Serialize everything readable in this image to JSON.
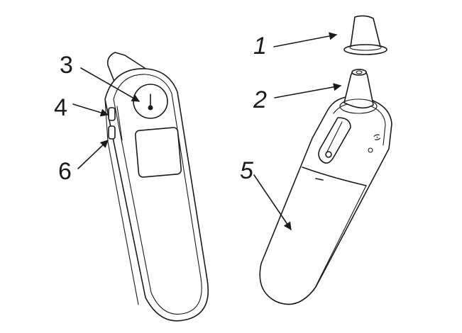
{
  "callouts": {
    "c1": "1",
    "c2": "2",
    "c3": "3",
    "c4": "4",
    "c5": "5",
    "c6": "6"
  },
  "side_markings": {
    "label": "(-)"
  },
  "colors": {
    "line": "#1a1a1a",
    "background": "#ffffff"
  }
}
